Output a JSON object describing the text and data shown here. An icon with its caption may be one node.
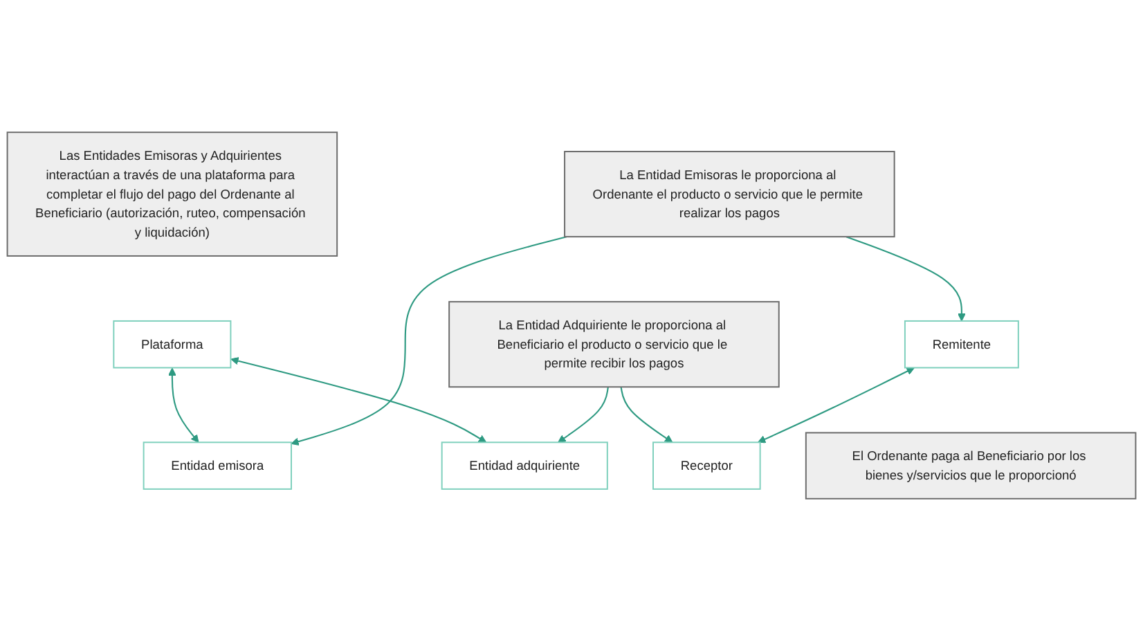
{
  "diagram": {
    "nodes": [
      {
        "text": [
          "Las Entidades Emisoras y Adquirientes interactúan a través de una plataforma para completar el flujo del pago del Ordenante al Beneficiario (autorización, ruteo, compensación y liquidación)"
        ]
      },
      {
        "text": [
          "Plataforma"
        ]
      },
      {
        "text": [
          "Entidad emisora"
        ]
      },
      {
        "text": [
          "Entidad adquiriente"
        ]
      },
      {
        "text": [
          "La Entidad Emisoras le proporciona al Ordenante el producto o servicio que le permite realizar los pagos"
        ]
      },
      {
        "text": [
          "La Entidad Adquiriente le proporciona al Beneficiario el producto o servicio que le permite recibir los pagos"
        ]
      },
      {
        "text": [
          "Remitente"
        ]
      },
      {
        "text": [
          "Receptor"
        ]
      },
      {
        "text": [
          "El Ordenante paga al Beneficiario por los bienes y/servicios que le proporcionó"
        ]
      }
    ],
    "edges": [
      {
        "from": 1,
        "to": 2,
        "arrow": "both"
      },
      {
        "from": 1,
        "to": 3,
        "arrow": "both"
      },
      {
        "from": 4,
        "to": 2,
        "arrow": "to"
      },
      {
        "from": 4,
        "to": 6,
        "arrow": "to"
      },
      {
        "from": 5,
        "to": 3,
        "arrow": "to"
      },
      {
        "from": 5,
        "to": 7,
        "arrow": "to"
      },
      {
        "from": 6,
        "to": 7,
        "arrow": "both"
      }
    ]
  }
}
